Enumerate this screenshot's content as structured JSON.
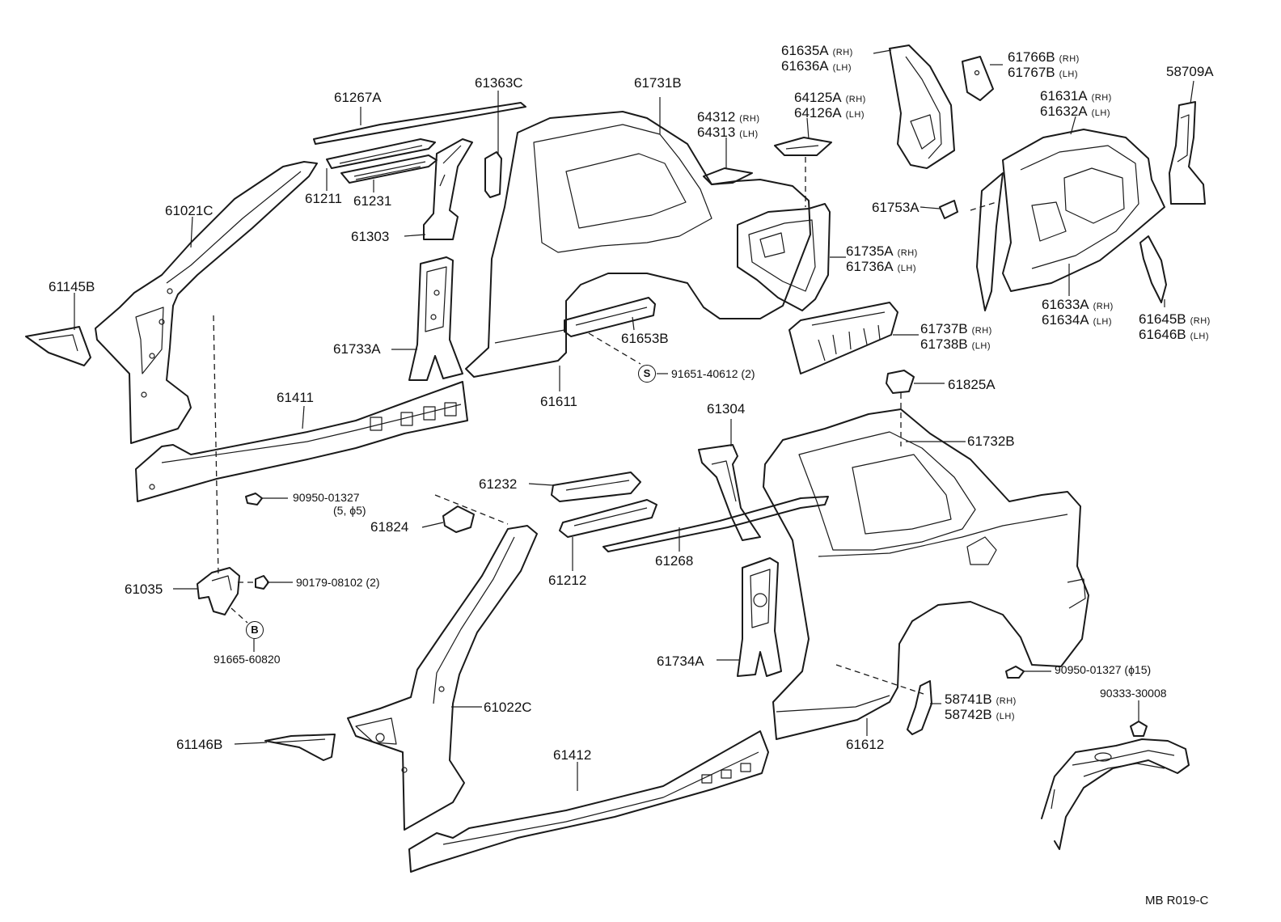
{
  "labels": {
    "p61267A": "61267A",
    "p61363C": "61363C",
    "p61731B": "61731B",
    "p64312": "64312",
    "p64313": "64313",
    "p61635A": "61635A",
    "p61636A": "61636A",
    "p61766B": "61766B",
    "p61767B": "61767B",
    "p58709A": "58709A",
    "p64125A": "64125A",
    "p64126A": "64126A",
    "p61631A": "61631A",
    "p61632A": "61632A",
    "p61211": "61211",
    "p61231": "61231",
    "p61303": "61303",
    "p61021C": "61021C",
    "p61145B": "61145B",
    "p61753A": "61753A",
    "p61735A": "61735A",
    "p61736A": "61736A",
    "p61633A": "61633A",
    "p61634A": "61634A",
    "p61645B": "61645B",
    "p61646B": "61646B",
    "p61733A": "61733A",
    "p61653B": "61653B",
    "p61737B": "61737B",
    "p61738B": "61738B",
    "p91651": "91651-40612 (2)",
    "p61411": "61411",
    "p61611": "61611",
    "p61825A": "61825A",
    "p61304": "61304",
    "p61732B": "61732B",
    "p90950a": "90950-01327",
    "p90950a_sub": "(5, ϕ5)",
    "p61232": "61232",
    "p61824": "61824",
    "p61268": "61268",
    "p61212": "61212",
    "p61035": "61035",
    "p90179": "90179-08102 (2)",
    "p91665": "91665-60820",
    "p61734A": "61734A",
    "p90950b": "90950-01327 (ϕ15)",
    "p90333": "90333-30008",
    "p61022C": "61022C",
    "p58741B": "58741B",
    "p58742B": "58742B",
    "p61146B": "61146B",
    "p61412": "61412",
    "p61612": "61612",
    "ref": "MB  R019-C"
  },
  "sides": {
    "rh": "(RH)",
    "lh": "(LH)"
  },
  "symbols": {
    "s": "S",
    "b": "B"
  }
}
